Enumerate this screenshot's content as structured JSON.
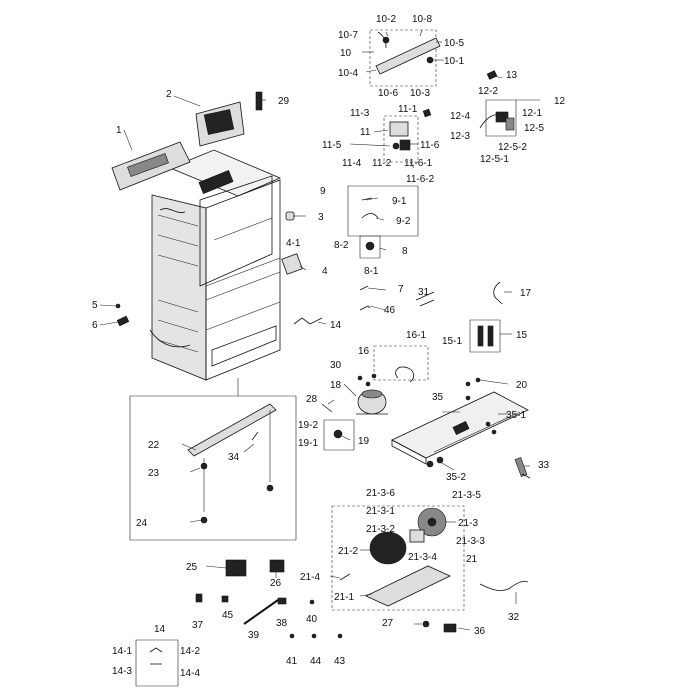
{
  "callouts": {
    "c1": "1",
    "c2": "2",
    "c3": "3",
    "c4": "4",
    "c4_1": "4-1",
    "c5": "5",
    "c6": "6",
    "c7": "7",
    "c8": "8",
    "c8_1": "8-1",
    "c8_2": "8-2",
    "c9": "9",
    "c9_1": "9-1",
    "c9_2": "9-2",
    "c10": "10",
    "c10_1": "10-1",
    "c10_2": "10-2",
    "c10_3": "10-3",
    "c10_4": "10-4",
    "c10_5": "10-5",
    "c10_6": "10-6",
    "c10_7": "10-7",
    "c10_8": "10-8",
    "c11": "11",
    "c11_1": "11-1",
    "c11_2": "11-2",
    "c11_3": "11-3",
    "c11_4": "11-4",
    "c11_5": "11-5",
    "c11_6": "11-6",
    "c11_6_1": "11-6-1",
    "c11_6_2": "11-6-2",
    "c12": "12",
    "c12_1": "12-1",
    "c12_2": "12-2",
    "c12_3": "12-3",
    "c12_4": "12-4",
    "c12_5": "12-5",
    "c12_5_1": "12-5-1",
    "c12_5_2": "12-5-2",
    "c13": "13",
    "c14a": "14",
    "c14b": "14",
    "c14_1": "14-1",
    "c14_2": "14-2",
    "c14_3": "14-3",
    "c14_4": "14-4",
    "c15": "15",
    "c15_1": "15-1",
    "c16": "16",
    "c16_1": "16-1",
    "c17": "17",
    "c18": "18",
    "c19": "19",
    "c19_1": "19-1",
    "c19_2": "19-2",
    "c20": "20",
    "c21": "21",
    "c21_1": "21-1",
    "c21_2": "21-2",
    "c21_3": "21-3",
    "c21_3_1": "21-3-1",
    "c21_3_2": "21-3-2",
    "c21_3_3": "21-3-3",
    "c21_3_4": "21-3-4",
    "c21_3_5": "21-3-5",
    "c21_3_6": "21-3-6",
    "c21_4": "21-4",
    "c22": "22",
    "c23": "23",
    "c24": "24",
    "c25": "25",
    "c26": "26",
    "c27": "27",
    "c28": "28",
    "c29": "29",
    "c30": "30",
    "c31": "31",
    "c32": "32",
    "c33": "33",
    "c34": "34",
    "c35": "35",
    "c35_1": "35-1",
    "c35_2": "35-2",
    "c36": "36",
    "c37": "37",
    "c38": "38",
    "c39": "39",
    "c40": "40",
    "c41": "41",
    "c43": "43",
    "c44": "44",
    "c45": "45",
    "c46": "46"
  }
}
